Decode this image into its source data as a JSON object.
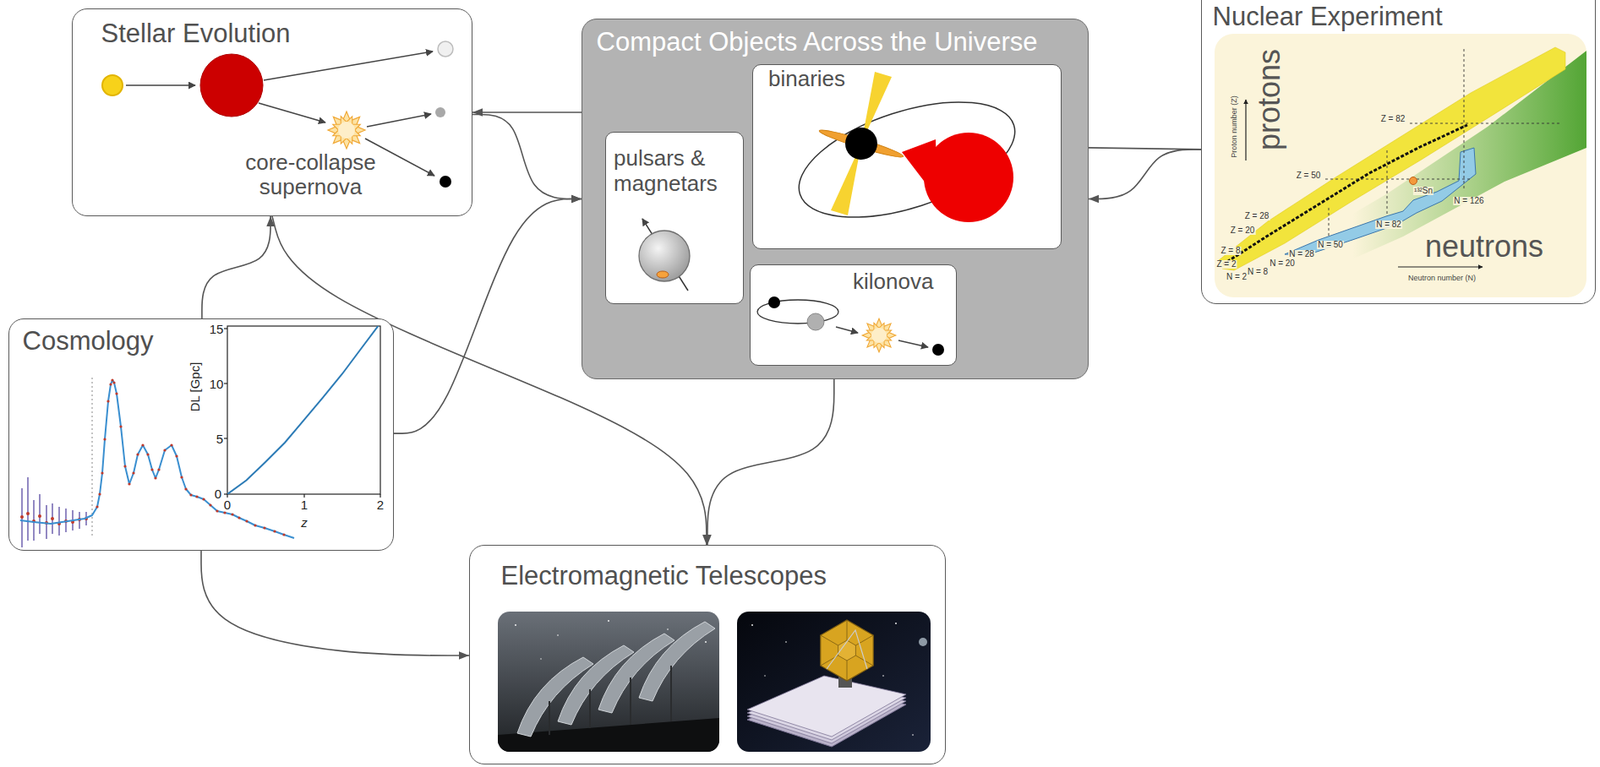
{
  "diagram": {
    "nodes": [
      {
        "text": [
          "Stellar Evolution",
          "core-collapse supernova"
        ]
      },
      {
        "text": [
          "Compact Objects Across the Universe"
        ]
      },
      {
        "text": [
          "pulsars & magnetars"
        ],
        "in": 1
      },
      {
        "text": [
          "binaries"
        ],
        "in": 1
      },
      {
        "text": [
          "kilonova"
        ],
        "in": 1
      },
      {
        "text": [
          "Nuclear Experiment"
        ]
      },
      {
        "text": [
          "Cosmology"
        ]
      },
      {
        "text": [
          "Electromagnetic Telescopes"
        ]
      }
    ],
    "edges": [
      {
        "from": 1,
        "to": 0,
        "arrow": "to"
      },
      {
        "from": 0,
        "to": 1,
        "arrow": "to"
      },
      {
        "from": 5,
        "to": 1,
        "arrow": "none"
      },
      {
        "from": 5,
        "to": 1,
        "arrow": "to"
      },
      {
        "from": 6,
        "to": 0,
        "arrow": "to"
      },
      {
        "from": 0,
        "to": 7,
        "arrow": "to"
      },
      {
        "from": 6,
        "to": 1,
        "arrow": "to"
      },
      {
        "from": 1,
        "to": 7,
        "arrow": "to"
      },
      {
        "from": 6,
        "to": 7,
        "arrow": "to"
      }
    ],
    "labels": [
      "protons",
      "Proton number (Z)",
      "Z = 82",
      "Z = 50",
      "Z = 28",
      "Z = 20",
      "Z = 8",
      "Z = 2",
      "N = 2",
      "N = 8",
      "N = 20",
      "N = 28",
      "N = 50",
      "N = 82",
      "N = 126",
      "¹³²Sn",
      "neutrons",
      "Neutron number (N)",
      "15",
      "10",
      "5",
      "0",
      "0",
      "1",
      "2",
      "z",
      "DL [Gpc]"
    ]
  }
}
